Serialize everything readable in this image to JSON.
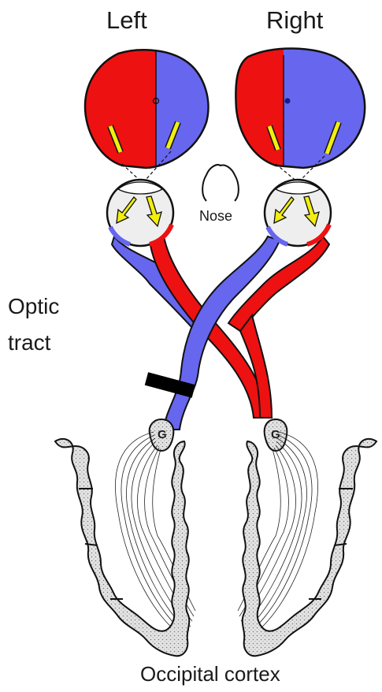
{
  "labels": {
    "left": "Left",
    "right": "Right",
    "nose": "Nose",
    "optic_tract_line1": "Optic",
    "optic_tract_line2": "tract",
    "lgn_left": "G",
    "lgn_right": "G",
    "occipital_cortex": "Occipital cortex"
  },
  "colors": {
    "left_field": "#ee1111",
    "right_field": "#6666ee",
    "stimulus": "#f2ee10",
    "lesion": "#000000",
    "cortex_fill": "#dedede",
    "outline": "#111111"
  },
  "icons": {
    "eye": "eyeball-icon",
    "nose": "nose-outline-icon",
    "lesion": "lesion-bar",
    "arrow": "yellow-arrow-icon"
  }
}
